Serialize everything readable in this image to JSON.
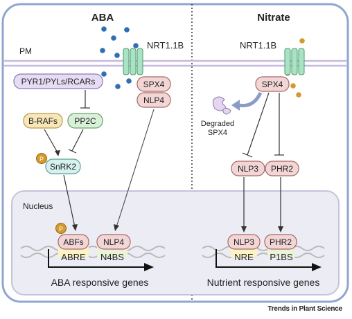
{
  "panels": {
    "left_title": "ABA",
    "right_title": "Nitrate"
  },
  "membrane": {
    "label": "PM"
  },
  "transporter": {
    "left_label": "NRT1.1B",
    "right_label": "NRT1.1B"
  },
  "nucleus": {
    "label": "Nucleus"
  },
  "proteins": {
    "receptors": "PYR1/PYLs/RCARs",
    "braf": "B-RAFs",
    "pp2c": "PP2C",
    "snrk2": "SnRK2",
    "phospho": "P",
    "spx4_left": "SPX4",
    "nlp4_left": "NLP4",
    "spx4_right": "SPX4",
    "degraded_line1": "Degraded",
    "degraded_line2": "SPX4",
    "nlp3": "NLP3",
    "phr2": "PHR2",
    "abfs": "ABFs",
    "nlp4_nuc": "NLP4",
    "phospho_nuc": "P",
    "nlp3_nuc": "NLP3",
    "phr2_nuc": "PHR2"
  },
  "dna": {
    "abre": "ABRE",
    "n4bs": "N4BS",
    "nre": "NRE",
    "p1bs": "P1BS"
  },
  "genes": {
    "left": "ABA responsive genes",
    "right": "Nutrient responsive genes"
  },
  "footer": "Trends in Plant Science",
  "colors": {
    "aba_dot": "#2e6fb7",
    "nitrate_dot": "#d49a2c",
    "cell_border": "#8fa6d2",
    "nucleus_fill": "#ececf4",
    "membrane": "#c7b8e0",
    "transporter": "#a8e3c3",
    "receptor_fill": "#e6dcf3",
    "braf_fill": "#f6e6b8",
    "pp2c_fill": "#d8f0d8",
    "snrk2_fill": "#d6f1ee",
    "spx_fill": "#f2d6d6",
    "phospho_fill": "#d49a2c"
  }
}
